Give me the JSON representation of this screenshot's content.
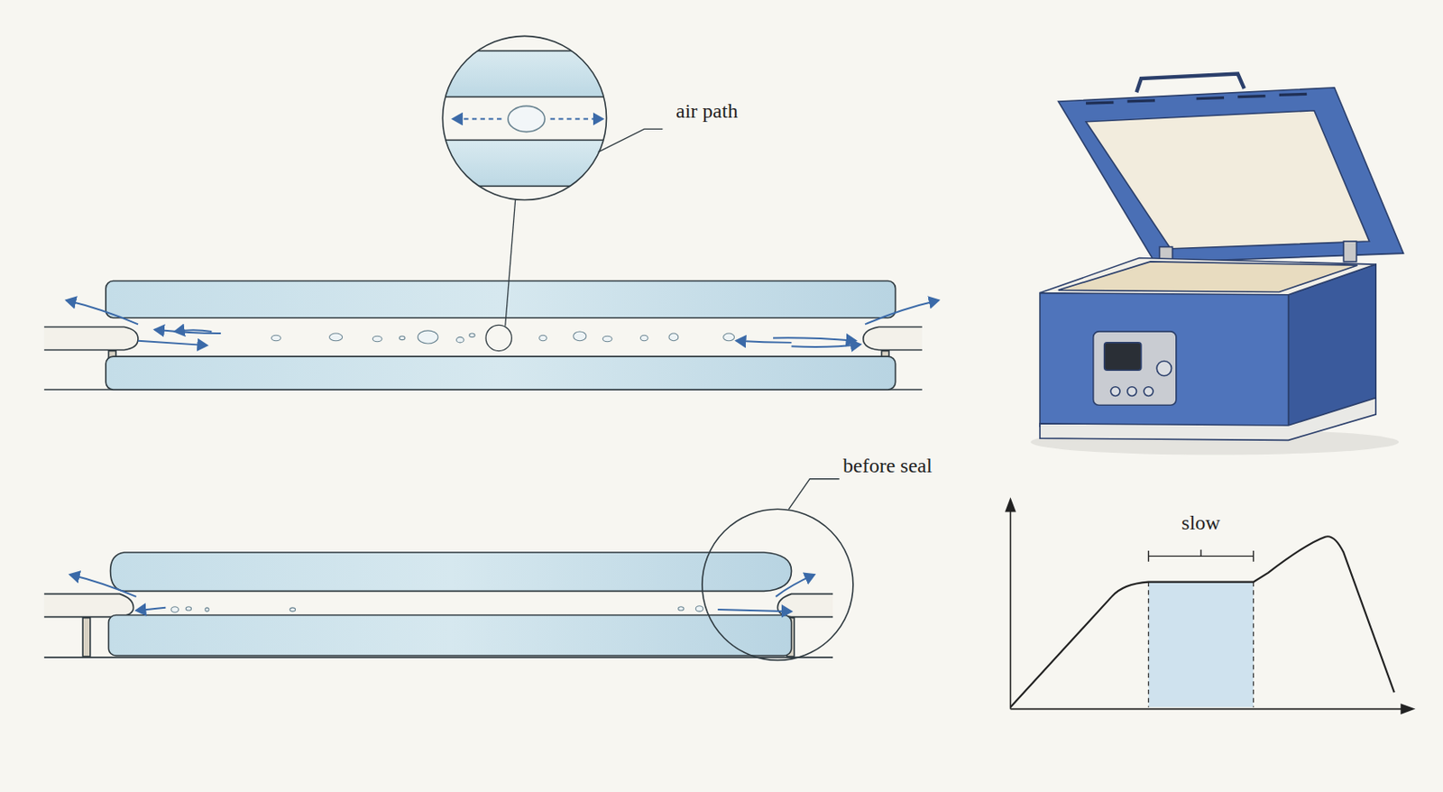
{
  "diagram": {
    "labels": [
      "air path",
      "before seal",
      "slow"
    ]
  }
}
